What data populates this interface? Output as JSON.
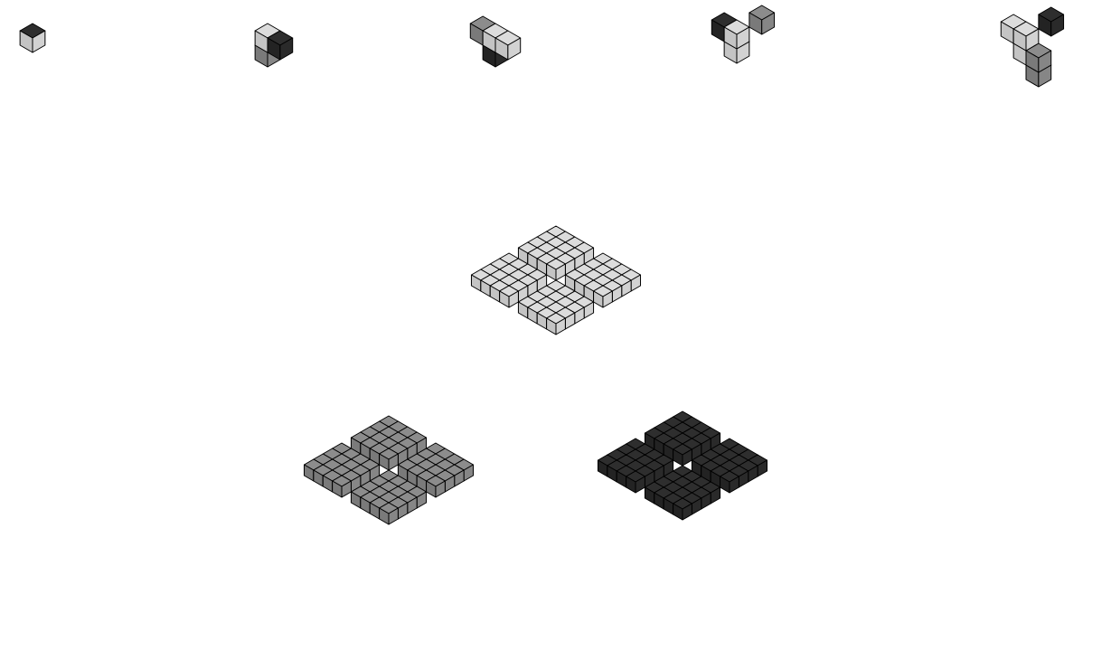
{
  "figure": {
    "description_free": true,
    "palette": {
      "background": "#ffffff",
      "outline": "#000000",
      "light": {
        "top": "#dcdcdc",
        "left": "#c4c4c4",
        "right": "#d2d2d2"
      },
      "medium": {
        "top": "#8c8c8c",
        "left": "#7a7a7a",
        "right": "#868686"
      },
      "dark": {
        "top": "#2e2e2e",
        "left": "#232323",
        "right": "#2a2a2a"
      }
    },
    "stages": [
      {
        "stage": 0,
        "cubes": [
          [
            "dark-top",
            0,
            0,
            0
          ]
        ]
      },
      {
        "stage": 1,
        "cubes": [
          [
            "light",
            0,
            0,
            0
          ],
          [
            "medium",
            0,
            0,
            -1
          ],
          [
            "dark",
            1,
            0,
            0
          ]
        ]
      },
      {
        "stage": 2,
        "cubes": [
          [
            "medium",
            -1,
            0,
            0
          ],
          [
            "light",
            0,
            0,
            0
          ],
          [
            "light",
            1,
            0,
            0
          ],
          [
            "dark",
            0,
            0,
            -1
          ]
        ]
      },
      {
        "stage": 3,
        "cubes": [
          [
            "medium",
            1,
            -1,
            1
          ],
          [
            "dark",
            -1,
            0,
            0
          ],
          [
            "light",
            0,
            0,
            0
          ],
          [
            "light",
            0,
            0,
            -1
          ]
        ]
      },
      {
        "stage": 4,
        "cubes": [
          [
            "dark",
            1,
            -1,
            1
          ],
          [
            "light",
            -1,
            0,
            0
          ],
          [
            "light",
            0,
            0,
            0
          ],
          [
            "light",
            0,
            0,
            -1
          ],
          [
            "medium",
            1,
            0,
            -1
          ],
          [
            "medium",
            1,
            0,
            -2
          ]
        ]
      }
    ],
    "fractal": {
      "regions": [
        "light",
        "medium",
        "dark"
      ],
      "iterations": 6
    }
  }
}
